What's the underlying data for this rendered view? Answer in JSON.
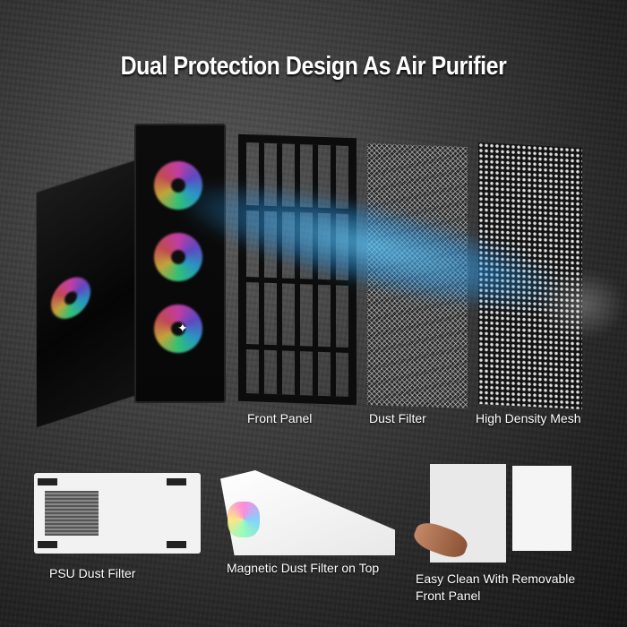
{
  "headline": "Dual Protection Design As Air Purifier",
  "top_row": {
    "product": "PC case with tempered glass side and RGB front fans",
    "layers": [
      {
        "label": "Front Panel"
      },
      {
        "label": "Dust Filter"
      },
      {
        "label": "High Density Mesh"
      }
    ],
    "airflow_color": "#3aa9e6"
  },
  "bottom_row": [
    {
      "label": "PSU Dust Filter"
    },
    {
      "label": "Magnetic Dust Filter on Top"
    },
    {
      "label_line1": "Easy Clean With Removable",
      "label_line2": "Front Panel"
    }
  ]
}
